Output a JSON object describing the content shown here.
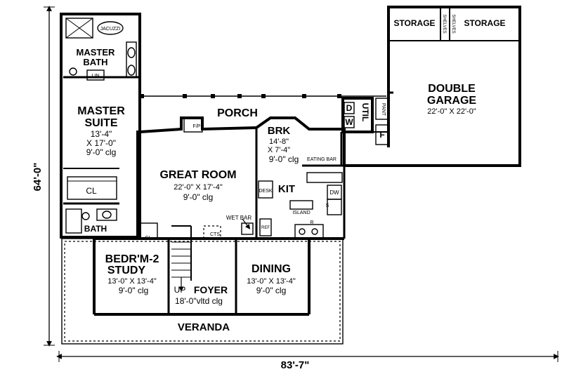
{
  "dimensions": {
    "depth": "64'-0\"",
    "width": "83'-7\""
  },
  "rooms": {
    "master_bath": {
      "name_line1": "MASTER",
      "name_line2": "BATH",
      "jacuzzi": "JACUZZI",
      "linen": "LIN"
    },
    "master_suite": {
      "name_line1": "MASTER",
      "name_line2": "SUITE",
      "size_line1": "13'-4\"",
      "size_line2": "X 17'-0\"",
      "ceiling": "9'-0\" clg"
    },
    "closet": {
      "name": "CL"
    },
    "bath": {
      "name": "BATH"
    },
    "porch": {
      "name": "PORCH",
      "fireplace": "F/P"
    },
    "great_room": {
      "name": "GREAT ROOM",
      "size": "22'-0\" X 17'-4\"",
      "ceiling": "9'-0\" clg"
    },
    "breakfast": {
      "name": "BRK",
      "size_line1": "14'-8\"",
      "size_line2": "X 7'-4\"",
      "ceiling": "9'-0\" clg"
    },
    "kitchen": {
      "name": "KIT",
      "eating_bar": "EATING BAR",
      "desk": "DESK",
      "dw": "DW",
      "island": "ISLAND",
      "s": "S",
      "r": "R",
      "wet_bar": "WET BAR",
      "refrigerator": "REF",
      "cts": "CTS"
    },
    "utility": {
      "name": "UTIL",
      "d": "D",
      "w": "W",
      "pantry": "PANT",
      "f": "F"
    },
    "garage": {
      "name_line1": "DOUBLE",
      "name_line2": "GARAGE",
      "size": "22'-0\" X 22'-0\"",
      "storage_left": "STORAGE",
      "storage_right": "STORAGE",
      "shelves_left": "SHELVES",
      "shelves_right": "SHELVES"
    },
    "bedroom2": {
      "name_line1": "BEDR'M-2",
      "name_line2": "STUDY",
      "size": "13'-0\" X 13'-4\"",
      "ceiling": "9'-0\" clg",
      "closet": "CL"
    },
    "foyer": {
      "name": "FOYER",
      "up": "UP",
      "ceiling": "18'-0\"vltd clg"
    },
    "dining": {
      "name": "DINING",
      "size": "13'-0\" X 13'-4\"",
      "ceiling": "9'-0\" clg"
    },
    "veranda": {
      "name": "VERANDA"
    }
  }
}
